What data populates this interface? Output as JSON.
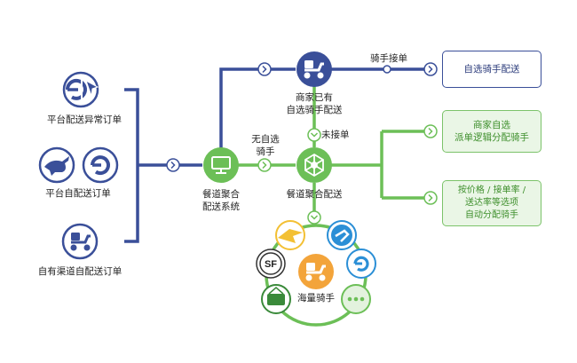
{
  "colors": {
    "navy": "#3a4f99",
    "green": "#6cbf57",
    "orange": "#f3a43a"
  },
  "sources": {
    "platform_exception": "平台配送异常订单",
    "platform_self": "平台自配送订单",
    "own_channel": "自有渠道自配送订单"
  },
  "system": {
    "label": "餐道聚合\n配送系统"
  },
  "merchant_has_rider": {
    "label": "商家已有\n自选骑手配送"
  },
  "edges": {
    "rider_accept": "骑手接单",
    "no_selected_rider": "无自选\n骑手",
    "not_accepted": "未接单"
  },
  "aggregate": {
    "label": "餐道聚合配送"
  },
  "outputs": {
    "self_selected": "自选骑手配送",
    "merchant_select": "商家自选\n派单逻辑分配骑手",
    "auto_assign": "按价格 / 接单率 /\n送达率等选项\n自动分配骑手"
  },
  "riders": {
    "label": "海量骑手",
    "sf_logo": "SF"
  },
  "icons": [
    "eleme-logo",
    "send-arrow-icon",
    "kangaroo-logo",
    "scooter-icon",
    "monitor-icon",
    "network-hub-icon",
    "fengniao-logo",
    "dada-logo",
    "sf-express-logo",
    "meituan-logo",
    "more-icon"
  ]
}
